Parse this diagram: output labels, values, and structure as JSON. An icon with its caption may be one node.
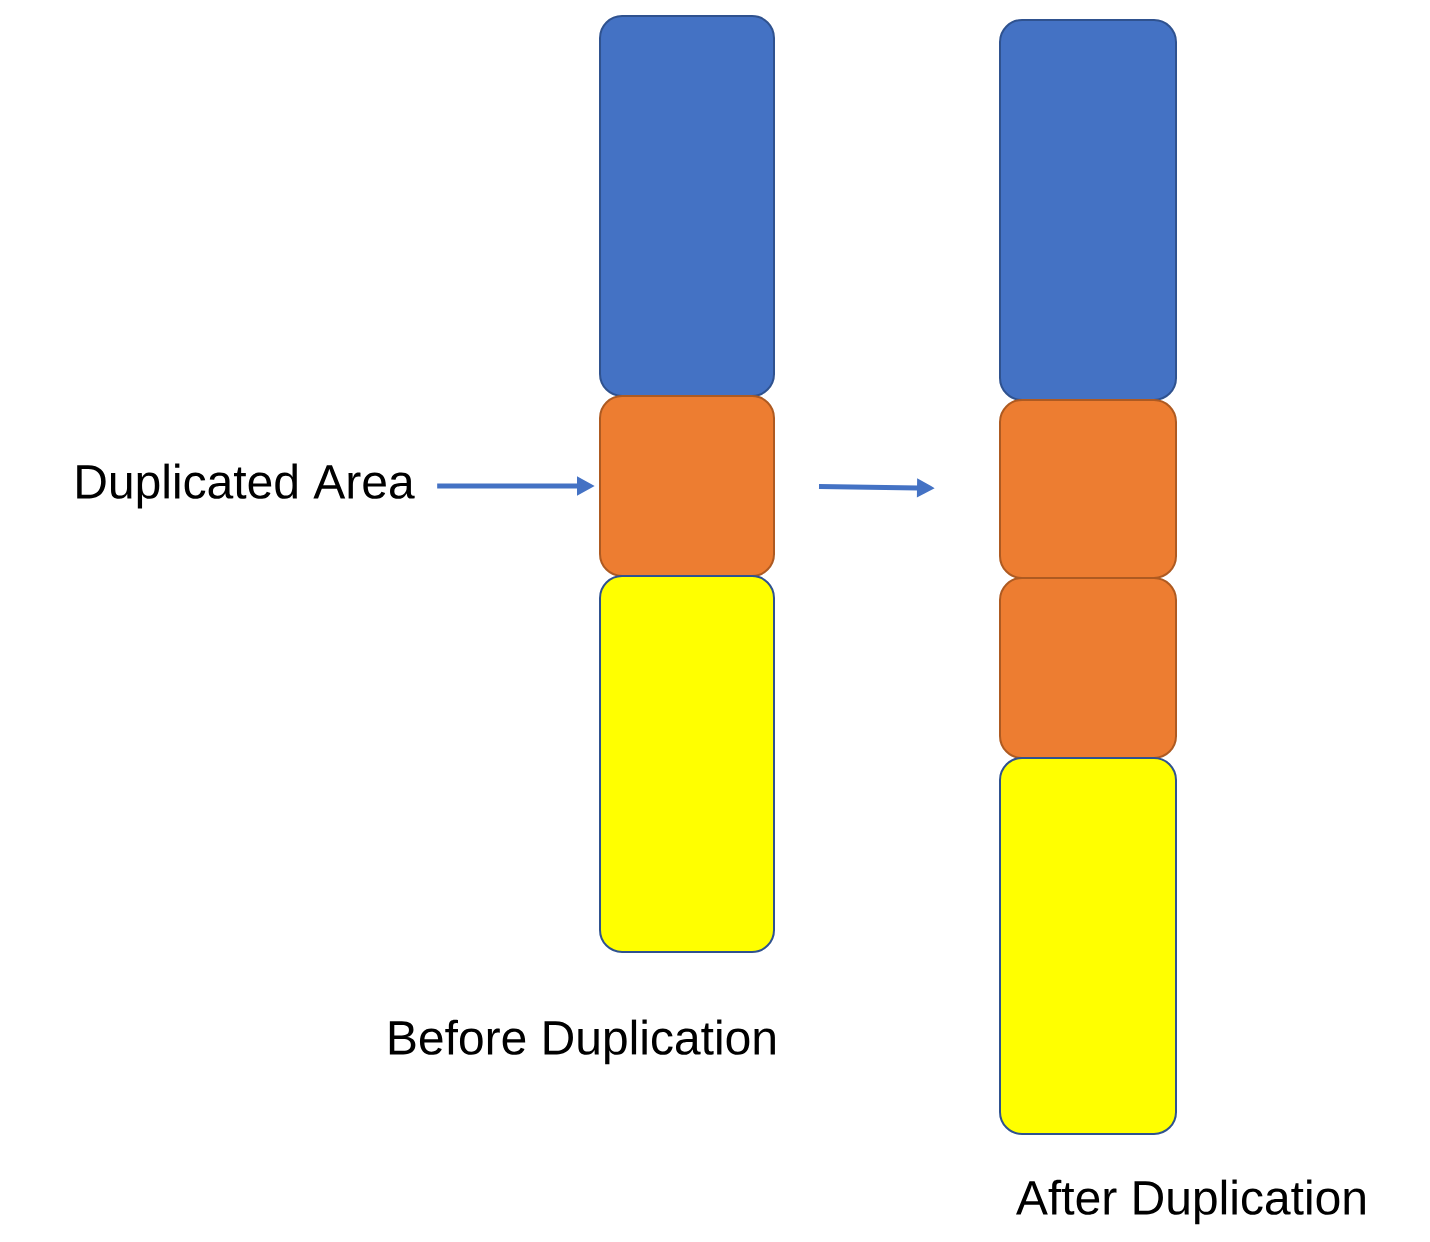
{
  "diagram": {
    "nodes": [
      {
        "text": [
          "Duplicated Area"
        ]
      },
      {
        "text": [],
        "shape": "box"
      },
      {
        "text": [],
        "shape": "box"
      },
      {
        "text": [],
        "shape": "box"
      },
      {
        "text": [],
        "shape": "box"
      },
      {
        "text": [],
        "shape": "box"
      },
      {
        "text": [],
        "shape": "box"
      },
      {
        "text": [],
        "shape": "box"
      }
    ],
    "edges": [
      {
        "from": 0,
        "to": 2,
        "arrow": "to"
      },
      {
        "from": 2,
        "to": 5,
        "arrow": "to"
      }
    ],
    "labels": [
      "Before Duplication",
      "After Duplication"
    ]
  }
}
